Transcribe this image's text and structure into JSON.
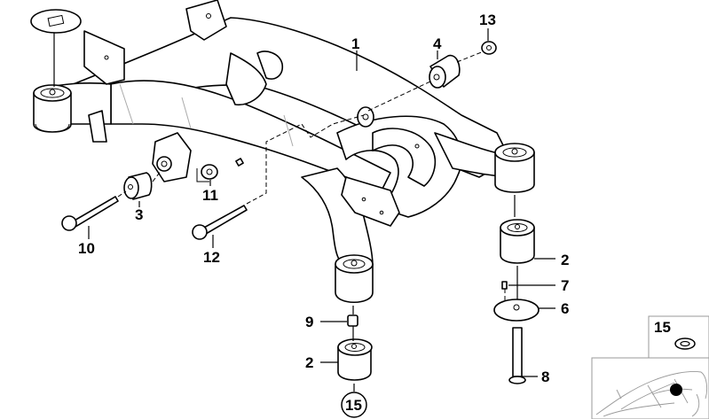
{
  "diagram": {
    "title": "Rear axle carrier (subframe) exploded parts diagram",
    "callouts": [
      {
        "id": "callout-1",
        "label": "1",
        "part": "rear axle carrier"
      },
      {
        "id": "callout-2a",
        "label": "2",
        "part": "rubber mount (right)"
      },
      {
        "id": "callout-2b",
        "label": "2",
        "part": "rubber mount (front)"
      },
      {
        "id": "callout-3",
        "label": "3",
        "part": "rubber bushing"
      },
      {
        "id": "callout-4",
        "label": "4",
        "part": "rubber bushing"
      },
      {
        "id": "callout-6",
        "label": "6",
        "part": "stop plate"
      },
      {
        "id": "callout-7",
        "label": "7",
        "part": "screw"
      },
      {
        "id": "callout-8",
        "label": "8",
        "part": "bolt"
      },
      {
        "id": "callout-9",
        "label": "9",
        "part": "nut"
      },
      {
        "id": "callout-10",
        "label": "10",
        "part": "bolt"
      },
      {
        "id": "callout-11",
        "label": "11",
        "part": "nut"
      },
      {
        "id": "callout-12",
        "label": "12",
        "part": "bolt"
      },
      {
        "id": "callout-13",
        "label": "13",
        "part": "nut"
      },
      {
        "id": "callout-15",
        "label": "15",
        "part": "washer",
        "circled": true
      }
    ],
    "inset": {
      "legend_label": "15",
      "legend_icon": "washer-icon",
      "car_icon": "car-location-icon",
      "marker_color": "#000000"
    }
  }
}
